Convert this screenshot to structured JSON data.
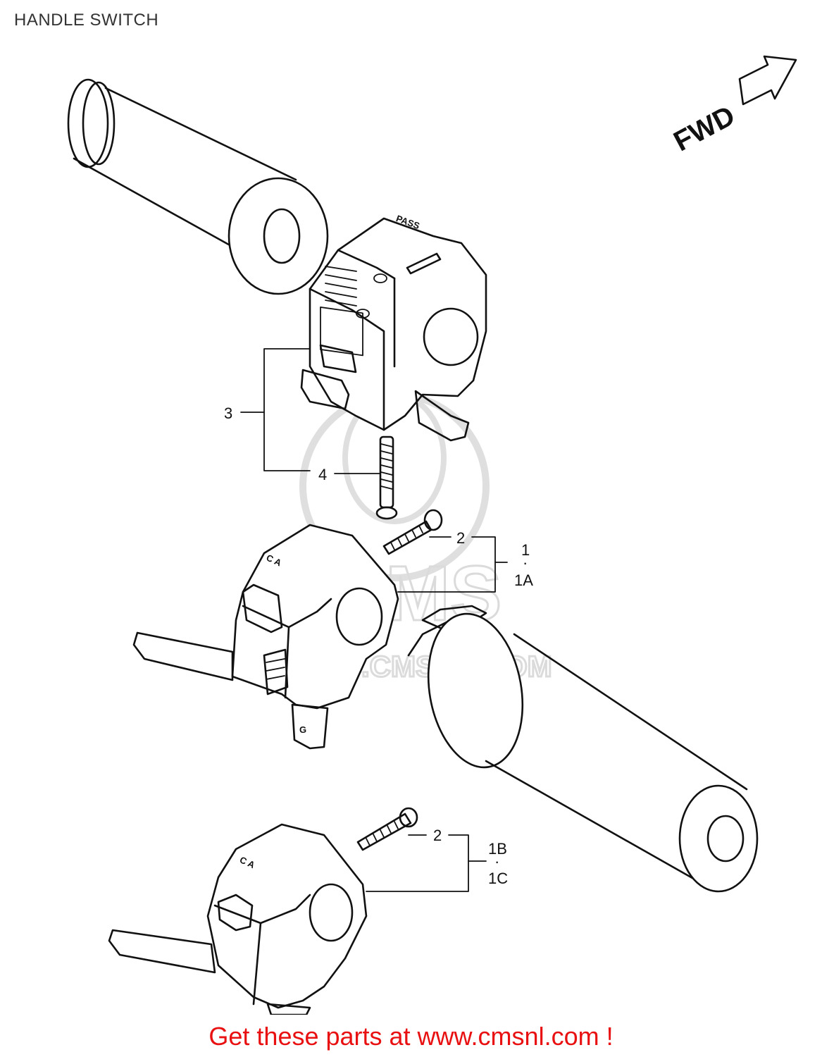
{
  "title": "HANDLE SWITCH",
  "direction_label": "FWD",
  "callouts": {
    "c3": "3",
    "c4": "4",
    "c2a": "2",
    "c1": "1",
    "c1a": "1A",
    "c2b": "2",
    "c1b": "1B",
    "c1c": "1C"
  },
  "separator_dot": "·",
  "switch_marks": {
    "pass": "PASS",
    "upper_left_letters": "C A",
    "lower_left_letters": "C A",
    "lever_letter": "G"
  },
  "watermark_text": "WWW.CMSNL.COM",
  "footer": "Get these parts at www.cmsnl.com !"
}
